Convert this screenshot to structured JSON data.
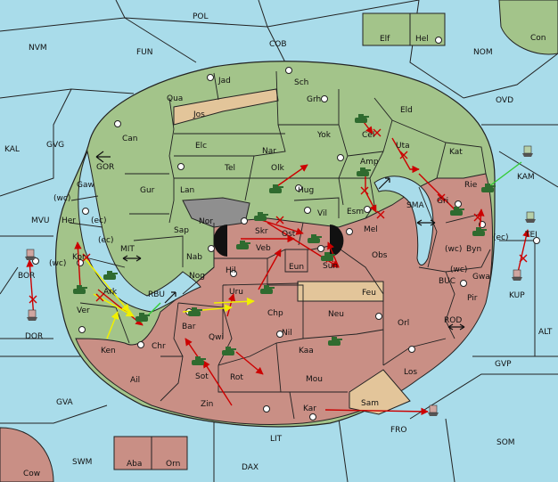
{
  "colors": {
    "sea": "#a9dcea",
    "green": "#a3c48a",
    "red": "#c98f85",
    "tan": "#e3c59a",
    "grey": "#8f8f8f",
    "line": "#222222",
    "order_red": "#cc0000",
    "order_yellow": "#f0f000",
    "order_green": "#33cc33"
  },
  "sea_labels": {
    "POL": "POL",
    "NVM": "NVM",
    "FUN": "FUN",
    "COB": "COB",
    "NOM": "NOM",
    "Con": "Con",
    "OVD": "OVD",
    "KAL": "KAL",
    "GVG": "GVG",
    "GOR": "GOR",
    "MVU": "MVU",
    "MIT": "MIT",
    "RBU": "RBU",
    "SMA": "SMA",
    "KAM": "KAM",
    "BOR": "BOR",
    "DOR": "DOR",
    "BUC": "BUC",
    "ROD": "ROD",
    "KUP": "KUP",
    "TEI": "TEI",
    "ALT": "ALT",
    "GVP": "GVP",
    "GVA": "GVA",
    "FRO": "FRO",
    "SOM": "SOM",
    "LIT": "LIT",
    "SWM": "SWM",
    "DAX": "DAX",
    "Cow": "Cow",
    "Elf": "Elf",
    "Hel": "Hel",
    "Aba": "Aba",
    "Orn": "Orn"
  },
  "land_labels": {
    "Jad": "Jad",
    "Sch": "Sch",
    "Qua": "Qua",
    "Jos": "Jos",
    "Grh": "Grh",
    "Can": "Can",
    "Eld": "Eld",
    "Yok": "Yok",
    "Cel": "Cel",
    "Uta": "Uta",
    "Elc": "Elc",
    "Nar": "Nar",
    "Kat": "Kat",
    "Tel": "Tel",
    "Olk": "Olk",
    "Amp": "Amp",
    "Gaw": "Gaw",
    "Gur": "Gur",
    "Lan": "Lan",
    "Hug": "Hug",
    "Rie": "Rie",
    "wc1": "(wc)",
    "Vil": "Vil",
    "Esm": "Esm",
    "Gri": "Gri",
    "Her": "Her",
    "ec1": "(ec)",
    "Nor": "Nor",
    "Skr": "Skr",
    "Mel": "Mel",
    "Sap": "Sap",
    "Ost": "Ost",
    "ec2": "(ec)",
    "Veb": "Veb",
    "Byn": "Byn",
    "ec3": "(ec)",
    "wc2": "(wc)",
    "Kor": "Kor",
    "wc3": "(wc)",
    "Nab": "Nab",
    "Obs": "Obs",
    "wc4": "(wc)",
    "Eun": "Eun",
    "Sun": "Sun",
    "Hil": "Hil",
    "Gwa": "Gwa",
    "Ark": "Ark",
    "Nog": "Nog",
    "Uru": "Uru",
    "Feu": "Feu",
    "Pir": "Pir",
    "Ver": "Ver",
    "Chp": "Chp",
    "Bar": "Bar",
    "Neu": "Neu",
    "Orl": "Orl",
    "Ken": "Ken",
    "Chr": "Chr",
    "Qwi": "Qwi",
    "Nil": "Nil",
    "Kaa": "Kaa",
    "Los": "Los",
    "Ail": "Ail",
    "Sot": "Sot",
    "Rot": "Rot",
    "Mou": "Mou",
    "Zin": "Zin",
    "Kar": "Kar",
    "Sam": "Sam"
  }
}
